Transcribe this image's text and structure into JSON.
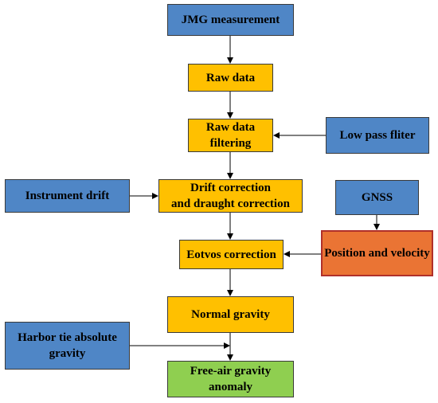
{
  "nodes": {
    "jmg": "JMG measurement",
    "raw": "Raw data",
    "filter": "Raw data\nfiltering",
    "lowpass": "Low pass fliter",
    "drift": "Instrument drift",
    "driftcorr": "Drift correction\nand draught correction",
    "gnss": "GNSS",
    "eotvos": "Eotvos correction",
    "posvel": "Position and velocity",
    "normal": "Normal gravity",
    "harbor": "Harbor tie absolute\ngravity",
    "freeair": "Free-air gravity\nanomaly"
  },
  "colors": {
    "blue": "#4f86c6",
    "yellow": "#ffc000",
    "orange": "#ea7434",
    "green": "#8fcf50",
    "arrow": "#000000"
  }
}
